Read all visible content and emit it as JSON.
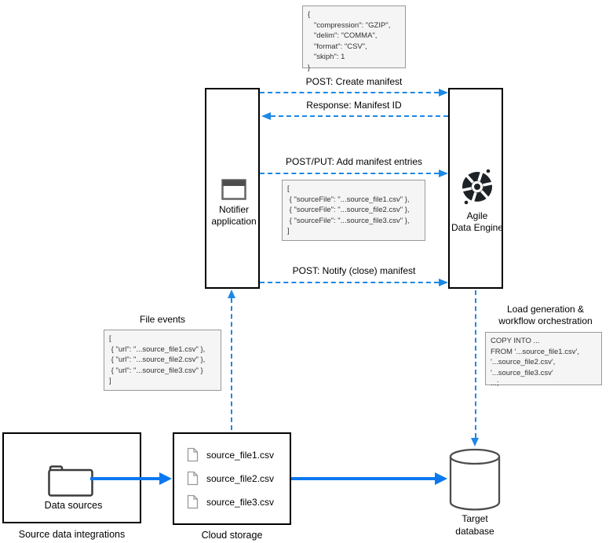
{
  "title_block": {
    "json": "{\n   \"compression\": \"GZIP\",\n   \"delim\": \"COMMA\",\n   \"format\": \"CSV\",\n   \"skiph\": 1\n}"
  },
  "lifelines": {
    "notifier": "Notifier\napplication",
    "agile_data_engine": "Agile\nData Engine"
  },
  "messages": {
    "create_manifest": "POST: Create manifest",
    "manifest_id_response": "Response: Manifest ID",
    "add_entries": "POST/PUT: Add manifest entries",
    "notify_close": "POST: Notify (close) manifest"
  },
  "manifest_entries_json": "[\n { \"sourceFile\": \"...source_file1.csv\" },\n { \"sourceFile\": \"...source_file2.csv\" },\n { \"sourceFile\": \"...source_file3.csv\" },\n]",
  "file_events": {
    "title": "File events",
    "json": "[\n { \"url\": \"...source_file1.csv\" },\n { \"url\": \"...source_file2.csv\" },\n { \"url\": \"...source_file3.csv\" }\n]"
  },
  "load_generation": {
    "title": "Load generation &\nworkflow orchestration",
    "sql": "COPY INTO ...\nFROM '...source_file1.csv',\n'...source_file2.csv',\n'...source_file3.csv'\n...;"
  },
  "source": {
    "box_label": "Data sources",
    "caption": "Source data integrations"
  },
  "cloud_storage": {
    "files": [
      "source_file1.csv",
      "source_file2.csv",
      "source_file3.csv"
    ],
    "caption": "Cloud storage"
  },
  "target_database": {
    "label": "Target\ndatabase"
  },
  "colors": {
    "dashed_arrow": "#1e88e5",
    "solid_arrow": "#0b78ef",
    "code_background": "#f5f5f5",
    "code_border": "#999999"
  }
}
